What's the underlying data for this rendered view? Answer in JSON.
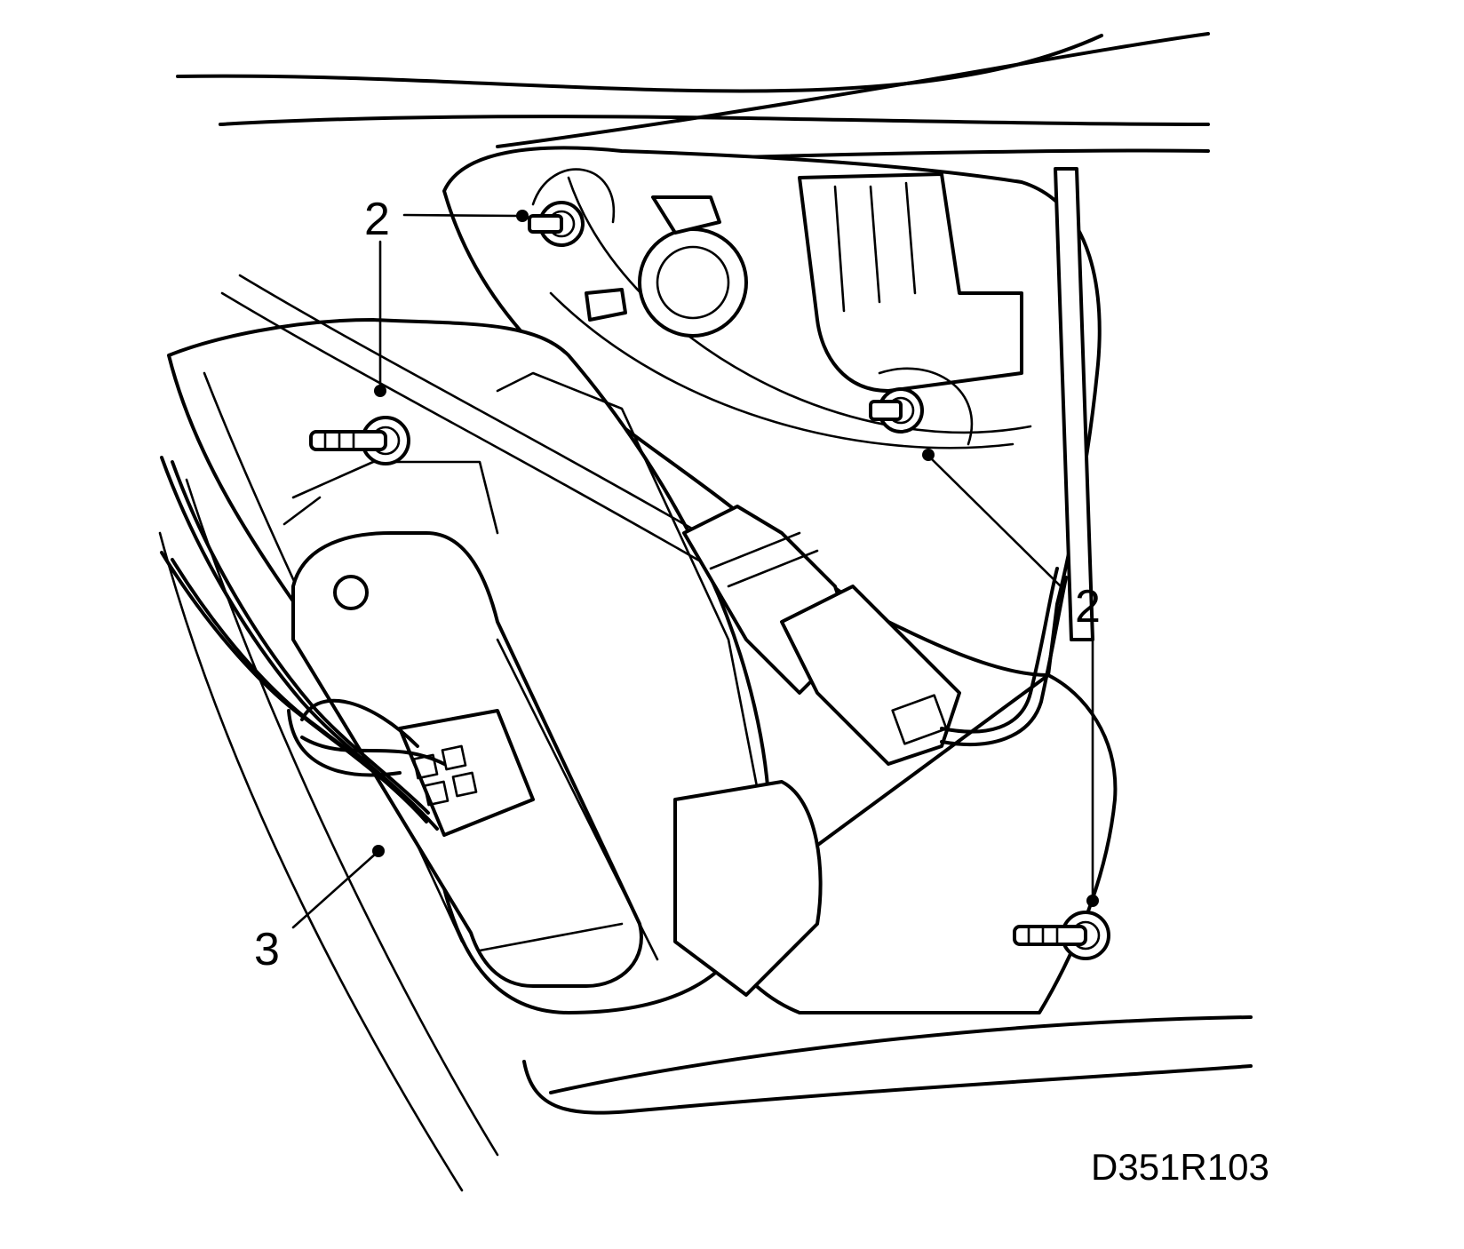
{
  "callouts": [
    {
      "id": "2a",
      "label": "2"
    },
    {
      "id": "2b",
      "label": "2"
    },
    {
      "id": "2c",
      "label": "2"
    },
    {
      "id": "3",
      "label": "3"
    }
  ],
  "figure_ref": "D351R103"
}
